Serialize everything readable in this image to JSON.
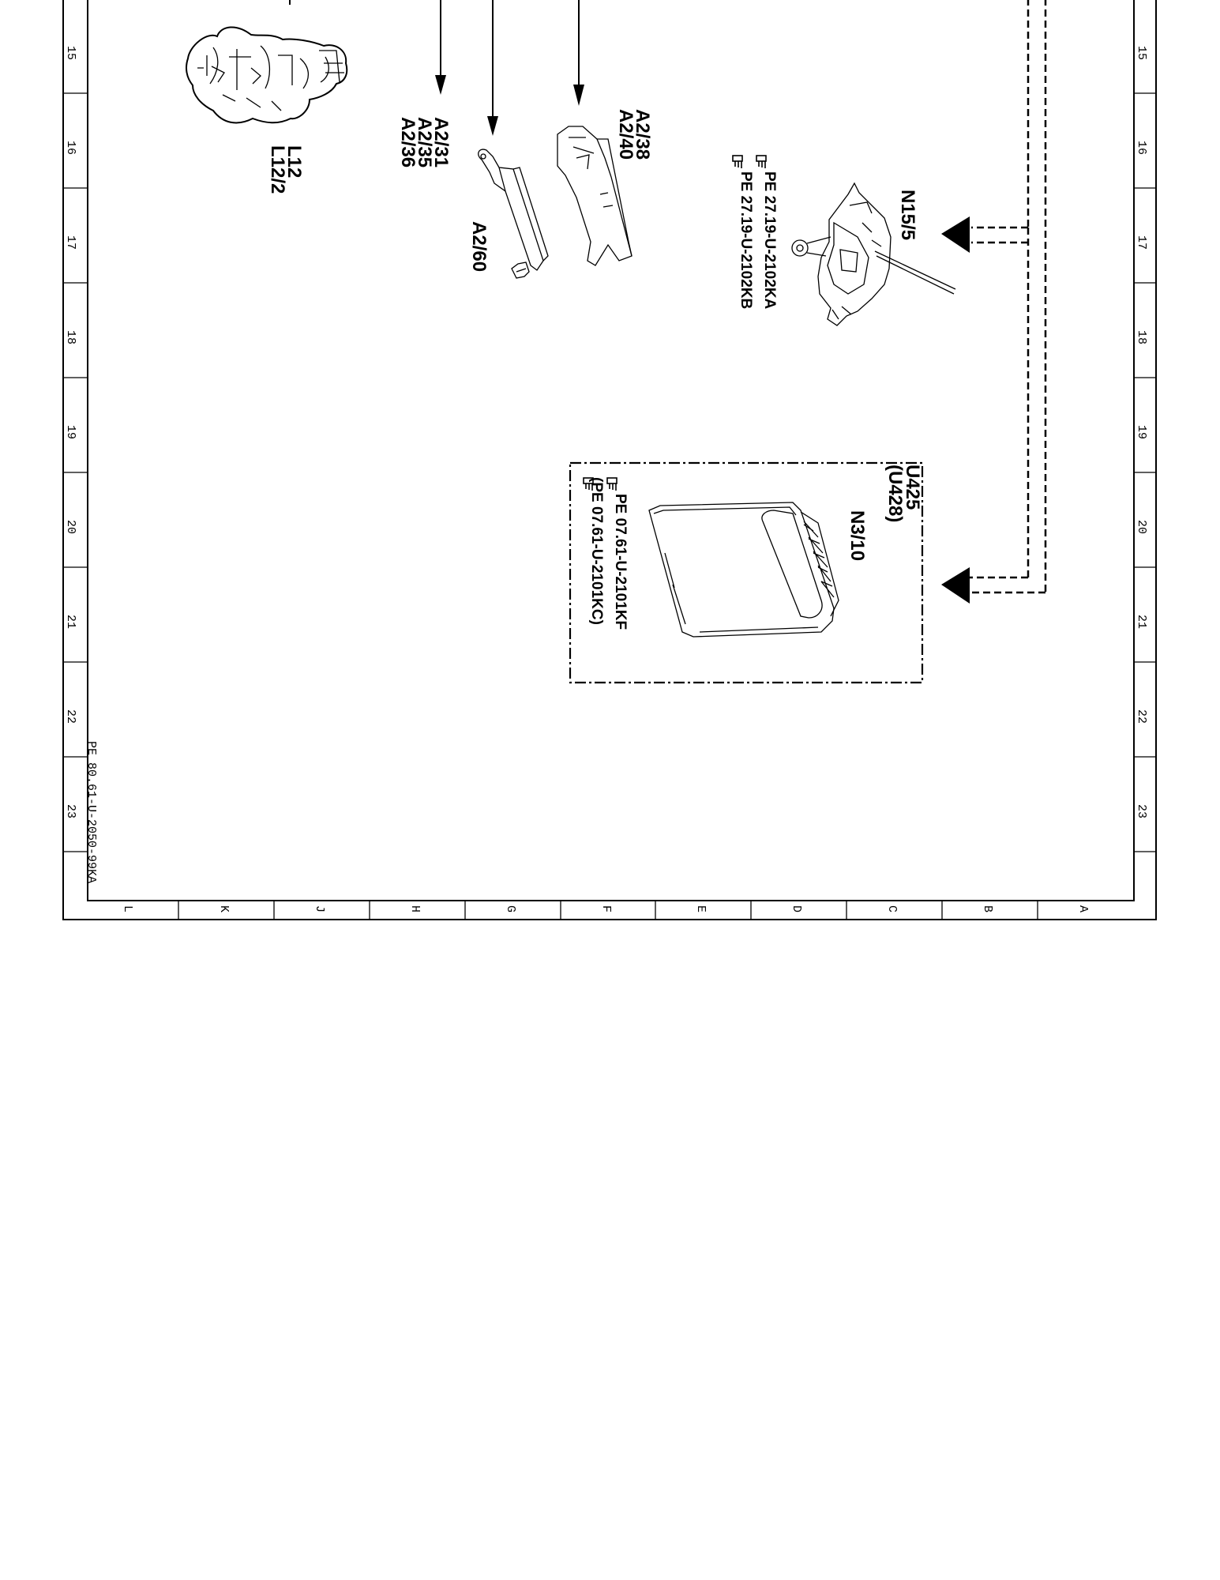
{
  "frame": {
    "row_numbers": [
      "15",
      "16",
      "17",
      "18",
      "19",
      "20",
      "21",
      "22",
      "23"
    ],
    "column_letters": [
      "L",
      "K",
      "J",
      "H",
      "G",
      "F",
      "E",
      "D",
      "C",
      "B",
      "A"
    ]
  },
  "drawing_number": "PE 80.61-U-2050-99KA",
  "components": {
    "l12": {
      "labels": [
        "L12",
        "L12/2"
      ]
    },
    "a2_31": {
      "labels": [
        "A2/31",
        "A2/35",
        "A2/36"
      ]
    },
    "a2_60": {
      "labels": [
        "A2/60"
      ]
    },
    "a2_38": {
      "labels": [
        "A2/38",
        "A2/40"
      ]
    },
    "n15_5": {
      "label": "N15/5",
      "refs": [
        "PE 27.19-U-2102KA",
        "PE 27.19-U-2102KB"
      ]
    },
    "n3_10": {
      "group_labels": [
        "U425",
        "(U428)"
      ],
      "label": "N3/10",
      "refs": [
        "PE 07.61-U-2101KF",
        "(PE 07.61-U-2101KC)"
      ]
    }
  },
  "colors": {
    "ink": "#000000",
    "paper": "#ffffff"
  },
  "icons": {
    "reference": "hand-pointing-icon"
  }
}
